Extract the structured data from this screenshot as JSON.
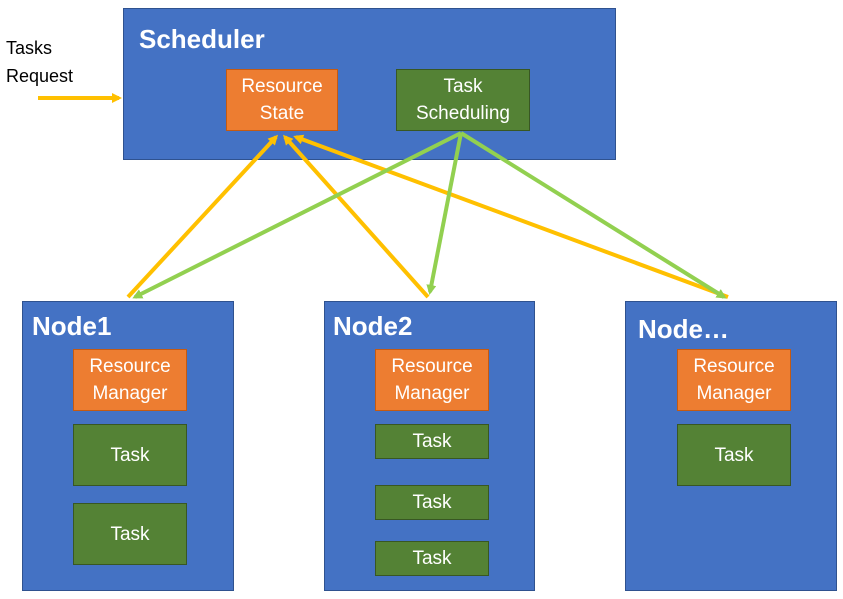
{
  "request_label": {
    "line1": "Tasks",
    "line2": "Request"
  },
  "scheduler": {
    "title": "Scheduler",
    "resource_state": {
      "line1": "Resource",
      "line2": "State"
    },
    "task_scheduling": {
      "line1": "Task",
      "line2": "Scheduling"
    }
  },
  "nodes": [
    {
      "title": "Node1",
      "resource_manager": {
        "line1": "Resource",
        "line2": "Manager"
      },
      "tasks": [
        "Task",
        "Task"
      ]
    },
    {
      "title": "Node2",
      "resource_manager": {
        "line1": "Resource",
        "line2": "Manager"
      },
      "tasks": [
        "Task",
        "Task",
        "Task"
      ]
    },
    {
      "title": "Node…",
      "resource_manager": {
        "line1": "Resource",
        "line2": "Manager"
      },
      "tasks": [
        "Task"
      ]
    }
  ],
  "colors": {
    "container": "#4472c4",
    "resource": "#ed7d31",
    "task": "#548235",
    "report_arrow": "#ffc000",
    "dispatch_arrow": "#92d050"
  }
}
